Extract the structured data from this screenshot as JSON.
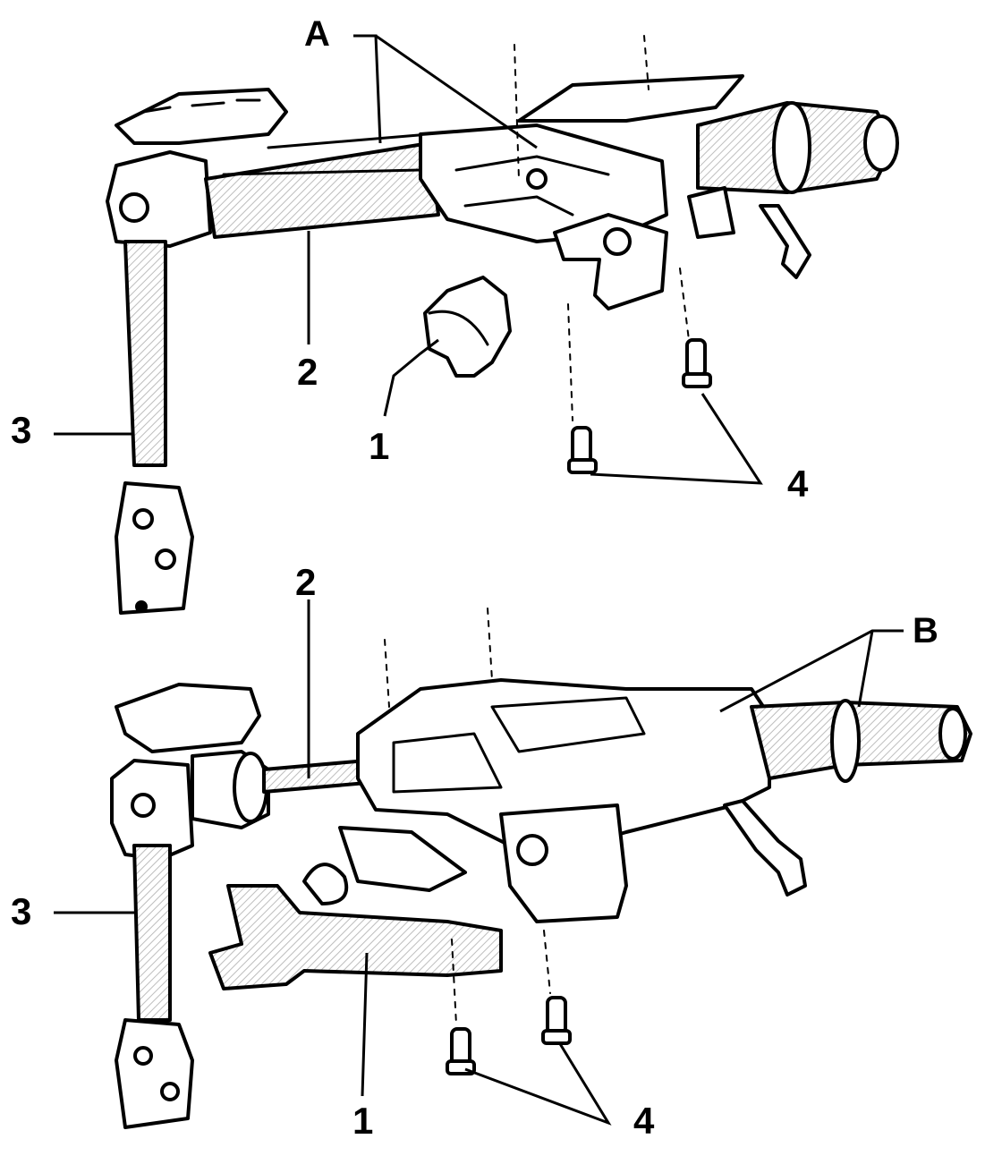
{
  "diagram": {
    "upper_assembly": {
      "callouts": {
        "A": "A",
        "one": "1",
        "two": "2",
        "three": "3",
        "four": "4"
      }
    },
    "lower_assembly": {
      "callouts": {
        "B": "B",
        "one": "1",
        "two": "2",
        "three": "3",
        "four": "4"
      }
    },
    "colors": {
      "ink": "#000000",
      "shade": "#d6d6d6",
      "paper": "#ffffff"
    }
  }
}
